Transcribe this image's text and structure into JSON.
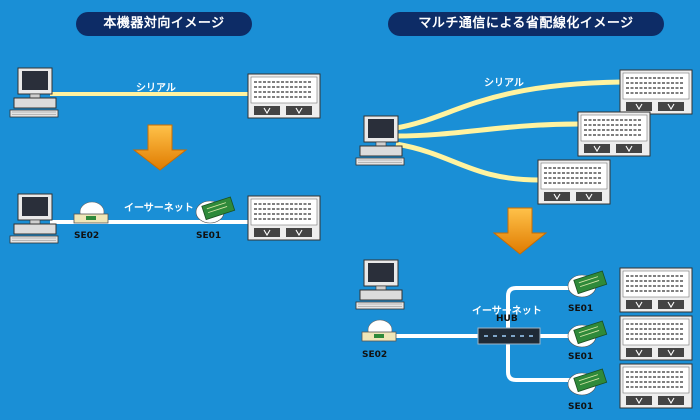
{
  "left_panel": {
    "title": "本機器対向イメージ",
    "serial_label": "シリアル",
    "ethernet_label": "イーサーネット",
    "device_se02": "SE02",
    "device_se01": "SE01"
  },
  "right_panel": {
    "title": "マルチ通信による省配線化イメージ",
    "serial_label": "シリアル",
    "ethernet_label": "イーサーネット",
    "hub_label": "HUB",
    "device_se02": "SE02",
    "device_se01_a": "SE01",
    "device_se01_b": "SE01",
    "device_se01_c": "SE01"
  },
  "colors": {
    "background": "#1a8fd6",
    "title_pill": "#0d2c66",
    "serial_cable": "#fff3a0",
    "ethernet_cable": "#ffffff",
    "arrow": "#f39a12"
  }
}
